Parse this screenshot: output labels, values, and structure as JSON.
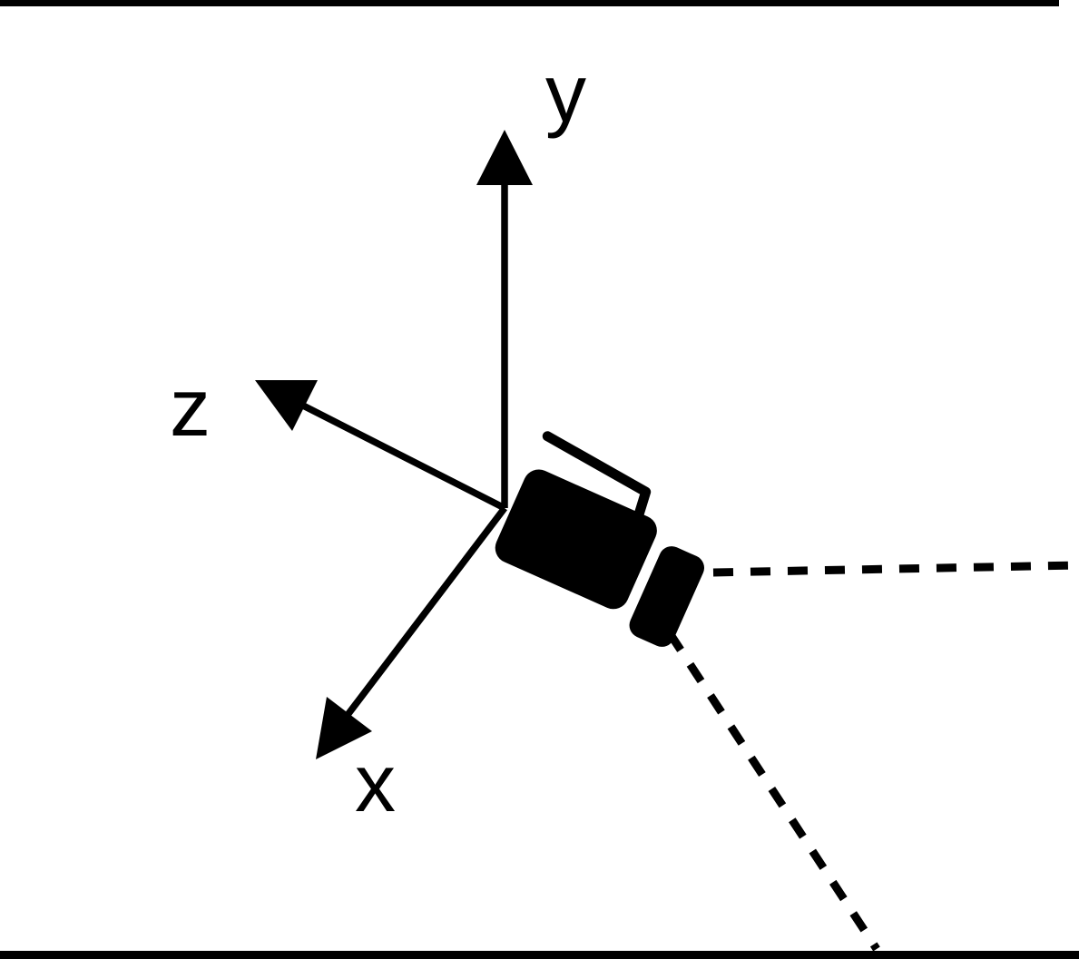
{
  "figure": {
    "colors": {
      "ink": "#000000",
      "background": "#ffffff"
    },
    "axes": [
      {
        "label": "y",
        "direction": "up"
      },
      {
        "label": "z",
        "direction": "up-left"
      },
      {
        "label": "x",
        "direction": "down-left"
      }
    ],
    "camera": {
      "icon": "video-camera",
      "style": "solid-black-silhouette"
    },
    "view_rays": {
      "style": "dashed",
      "count": 2
    },
    "borders": {
      "top": "partial-black-bar",
      "bottom": "full-black-bar"
    }
  }
}
